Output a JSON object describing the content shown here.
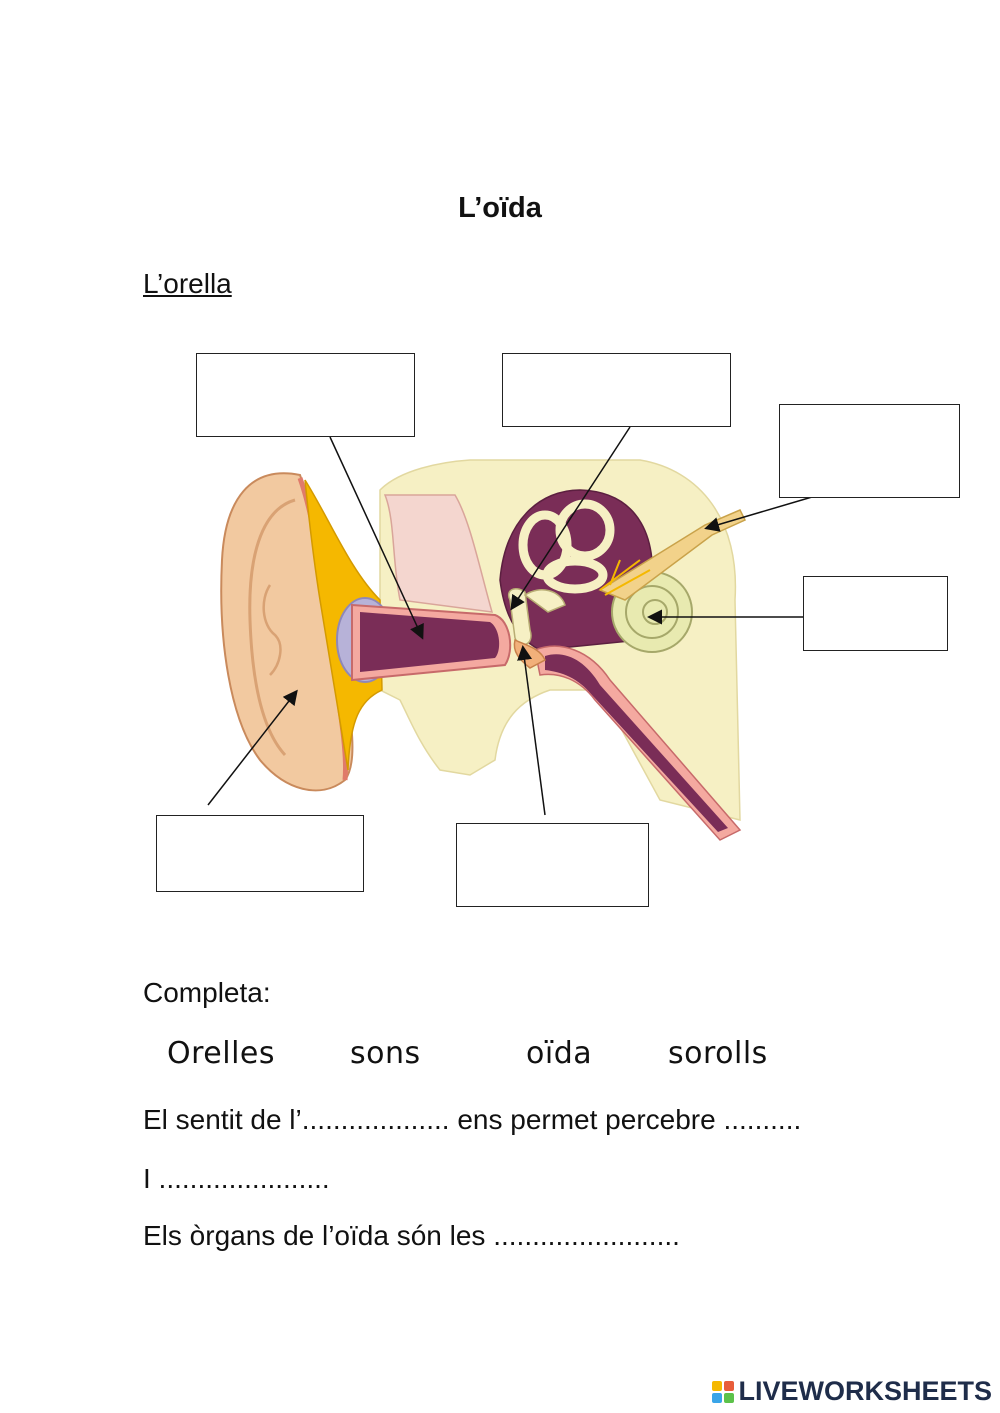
{
  "title": "L’oïda",
  "subtitle": "L’orella",
  "completa_label": "Completa:",
  "word_bank": [
    "Orelles",
    "sons",
    "oïda",
    "sorolls"
  ],
  "sentences": [
    "El sentit de l’................... ens permet percebre ..........",
    "I ......................",
    "Els òrgans de l’oïda són les ........................"
  ],
  "brand": "LIVEWORKSHEETS",
  "brand_icon": "liveworksheets-logo-icon",
  "colors": {
    "skin": "#f2c9a0",
    "canal": "#7a2d57",
    "wax": "#f5b800",
    "bone": "#f6f0c4",
    "drum": "#b7b2d8"
  }
}
